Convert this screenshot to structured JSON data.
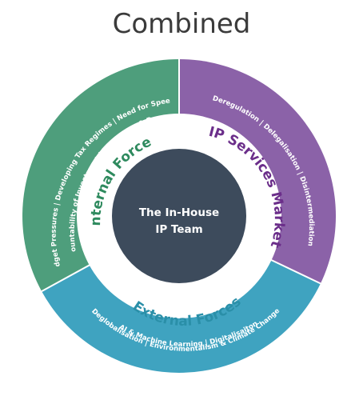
{
  "title": "Combined",
  "center": {
    "line1": "The In-House",
    "line2": "IP Team"
  },
  "bands": {
    "internal": "Internal Forces",
    "market": "IP Services Market",
    "external": "External Forces"
  },
  "segments": {
    "internal": {
      "outer": "Budget Pressures  |  Developing Tax Regimes  |  Need for Speed  |",
      "inner": "Accountability of Investment  |  Data, Data & Data"
    },
    "market": {
      "outer": "Deregulation  |  Delegalisation  |  Disintermediation"
    },
    "external": {
      "line1": "Deglobalisation  |  Environmentalism & Climate Change",
      "line2": "AI & Machine Learning  |  Digitalisaiton"
    }
  },
  "colors": {
    "internal": "#4e9e7c",
    "market": "#8b62a8",
    "external": "#3fa3c0",
    "center": "#3d4b5c",
    "internal_text": "#2e8a5e",
    "market_text": "#6b2e8a",
    "external_text": "#2a8fa8"
  }
}
